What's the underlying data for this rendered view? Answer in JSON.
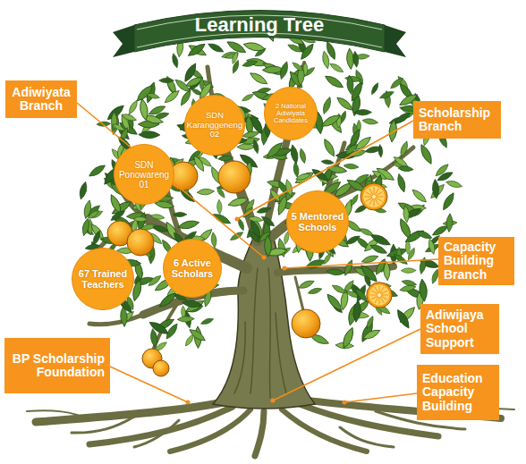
{
  "diagram": {
    "title": "Learning Tree",
    "nodes": [
      {
        "text": [
          "Adiwiyata Branch"
        ]
      },
      {
        "text": [
          "SDN Karanggeneng 02"
        ]
      },
      {
        "text": [
          "2 National Adiwiyata Candidates"
        ]
      },
      {
        "text": [
          "Scholarship Branch"
        ]
      },
      {
        "text": [
          "SDN Ponowareng 01"
        ]
      },
      {
        "text": [
          "5 Mentored Schools"
        ]
      },
      {
        "text": [
          "Capacity Building Branch"
        ]
      },
      {
        "text": [
          "67 Trained Teachers"
        ]
      },
      {
        "text": [
          "6 Active Scholars"
        ]
      },
      {
        "text": [
          "Adiwijaya School Support"
        ]
      },
      {
        "text": [
          "BP Scholarship Foundation"
        ]
      },
      {
        "text": [
          "Education Capacity Building"
        ]
      }
    ]
  }
}
